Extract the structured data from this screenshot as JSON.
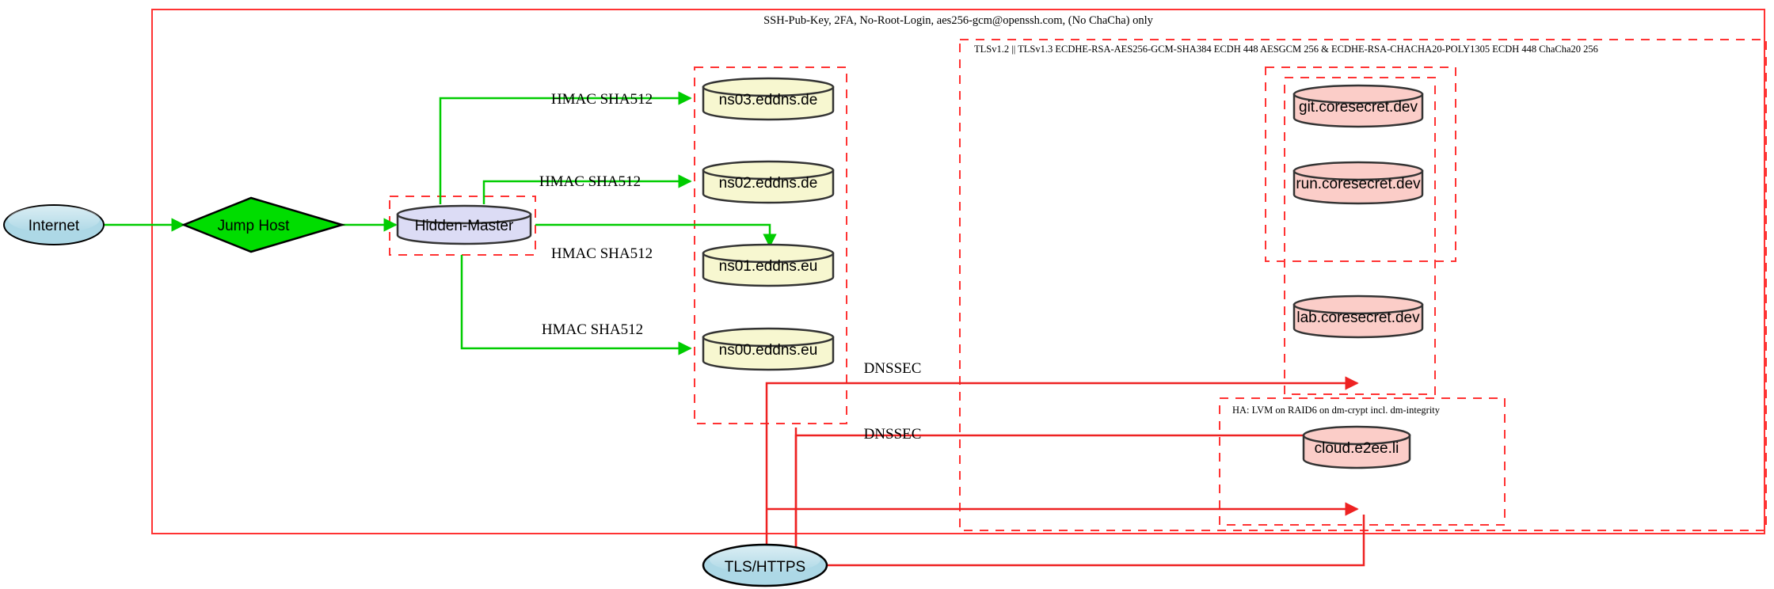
{
  "diagram": {
    "title_label": "SSH-Pub-Key, 2FA, No-Root-Login, aes256-gcm@openssh.com, (No ChaCha) only",
    "tls_label": "TLSv1.2 || TLSv1.3 ECDHE-RSA-AES256-GCM-SHA384 ECDH 448 AESGCM 256 & ECDHE-RSA-CHACHA20-POLY1305 ECDH 448 ChaCha20 256",
    "ha_label": "HA: LVM on RAID6 on dm-crypt incl. dm-integrity"
  },
  "colors": {
    "boundary_red": "#ff3333",
    "edge_green": "#00cc00",
    "edge_red": "#ee2222",
    "internet_fill": "#add8e6",
    "jump_host_fill": "#00dd00",
    "hidden_master_fill": "#dcdcf5",
    "ns_fill": "#f7f7d0",
    "service_fill": "#fbcdc8",
    "tls_node_fill": "#add8e6",
    "stroke_dark": "#333333"
  },
  "nodes": {
    "internet": {
      "label": "Internet",
      "shape": "ellipse"
    },
    "jump_host": {
      "label": "Jump Host",
      "shape": "diamond"
    },
    "hidden_master": {
      "label": "Hidden-Master",
      "shape": "cylinder"
    },
    "tls_https": {
      "label": "TLS/HTTPS",
      "shape": "ellipse"
    }
  },
  "nameservers": [
    {
      "label": "ns03.eddns.de"
    },
    {
      "label": "ns02.eddns.de"
    },
    {
      "label": "ns01.eddns.eu"
    },
    {
      "label": "ns00.eddns.eu"
    }
  ],
  "services": [
    {
      "label": "git.coresecret.dev"
    },
    {
      "label": "run.coresecret.dev"
    },
    {
      "label": "lab.coresecret.dev"
    },
    {
      "label": "cloud.e2ee.li"
    }
  ],
  "edge_labels": {
    "hmac": [
      "HMAC SHA512",
      "HMAC SHA512",
      "HMAC SHA512",
      "HMAC SHA512"
    ],
    "dnssec": [
      "DNSSEC",
      "DNSSEC"
    ]
  }
}
